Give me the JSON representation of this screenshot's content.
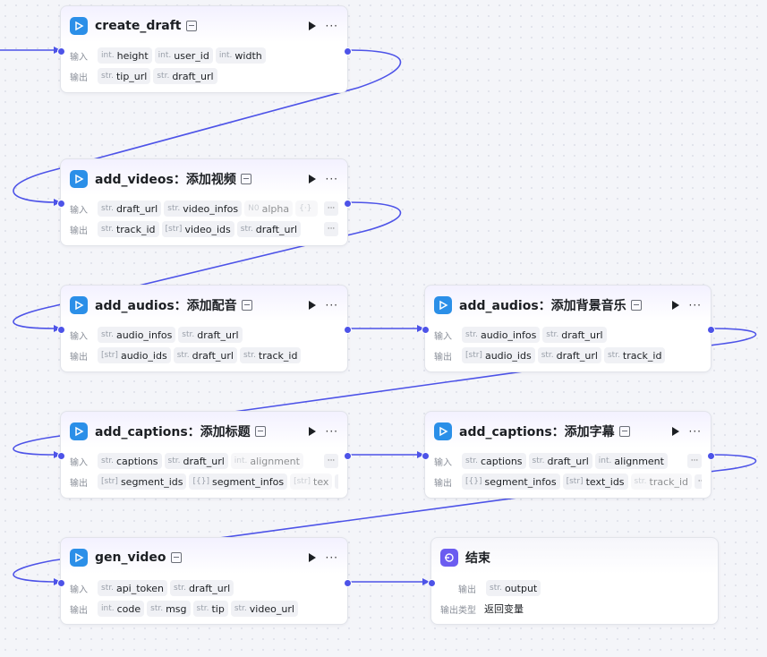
{
  "labels": {
    "input": "输入",
    "output": "输出",
    "return_type": "输出类型"
  },
  "colors": {
    "edge": "#4d53e8",
    "plugin_icon": "#2b8fe8",
    "end_icon": "#6b5cf0"
  },
  "nodes": [
    {
      "title": "create_draft",
      "inputs": [
        {
          "type": "int.",
          "name": "height"
        },
        {
          "type": "int.",
          "name": "user_id"
        },
        {
          "type": "int.",
          "name": "width"
        }
      ],
      "outputs": [
        {
          "type": "str.",
          "name": "tip_url"
        },
        {
          "type": "str.",
          "name": "draft_url"
        }
      ]
    },
    {
      "title": "add_videos：添加视频",
      "inputs": [
        {
          "type": "str.",
          "name": "draft_url"
        },
        {
          "type": "str.",
          "name": "video_infos"
        },
        {
          "type": "N0",
          "name": "alpha"
        },
        {
          "type": "{·}",
          "name": ""
        }
      ],
      "outputs": [
        {
          "type": "str.",
          "name": "track_id"
        },
        {
          "type": "[str]",
          "name": "video_ids"
        },
        {
          "type": "str.",
          "name": "draft_url"
        }
      ]
    },
    {
      "title": "add_audios：添加配音",
      "inputs": [
        {
          "type": "str.",
          "name": "audio_infos"
        },
        {
          "type": "str.",
          "name": "draft_url"
        }
      ],
      "outputs": [
        {
          "type": "[str]",
          "name": "audio_ids"
        },
        {
          "type": "str.",
          "name": "draft_url"
        },
        {
          "type": "str.",
          "name": "track_id"
        }
      ]
    },
    {
      "title": "add_audios：添加背景音乐",
      "inputs": [
        {
          "type": "str.",
          "name": "audio_infos"
        },
        {
          "type": "str.",
          "name": "draft_url"
        }
      ],
      "outputs": [
        {
          "type": "[str]",
          "name": "audio_ids"
        },
        {
          "type": "str.",
          "name": "draft_url"
        },
        {
          "type": "str.",
          "name": "track_id"
        }
      ]
    },
    {
      "title": "add_captions：添加标题",
      "inputs": [
        {
          "type": "str.",
          "name": "captions"
        },
        {
          "type": "str.",
          "name": "draft_url"
        },
        {
          "type": "int.",
          "name": "alignment"
        }
      ],
      "outputs": [
        {
          "type": "[str]",
          "name": "segment_ids"
        },
        {
          "type": "[{}]",
          "name": "segment_infos"
        },
        {
          "type": "[str]",
          "name": "tex"
        }
      ]
    },
    {
      "title": "add_captions：添加字幕",
      "inputs": [
        {
          "type": "str.",
          "name": "captions"
        },
        {
          "type": "str.",
          "name": "draft_url"
        },
        {
          "type": "int.",
          "name": "alignment"
        }
      ],
      "outputs": [
        {
          "type": "[{}]",
          "name": "segment_infos"
        },
        {
          "type": "[str]",
          "name": "text_ids"
        },
        {
          "type": "str.",
          "name": "track_id"
        }
      ]
    },
    {
      "title": "gen_video",
      "inputs": [
        {
          "type": "str.",
          "name": "api_token"
        },
        {
          "type": "str.",
          "name": "draft_url"
        }
      ],
      "outputs": [
        {
          "type": "int.",
          "name": "code"
        },
        {
          "type": "str.",
          "name": "msg"
        },
        {
          "type": "str.",
          "name": "tip"
        },
        {
          "type": "str.",
          "name": "video_url"
        }
      ]
    }
  ],
  "end_node": {
    "title": "结束",
    "output": {
      "type": "str.",
      "name": "output"
    },
    "return_type_value": "返回变量"
  }
}
